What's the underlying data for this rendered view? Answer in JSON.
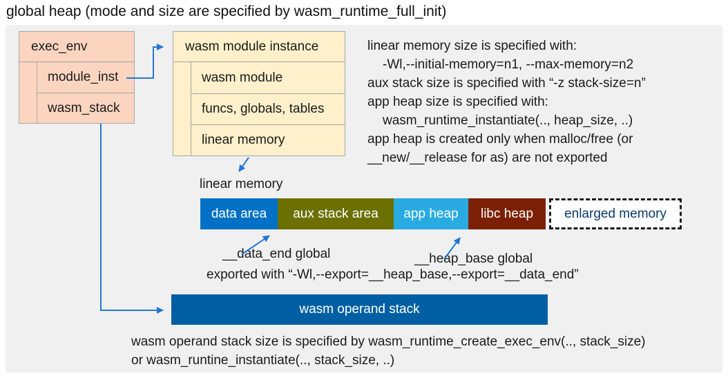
{
  "title": "global heap (mode and size are specified by wasm_runtime_full_init)",
  "exec_env_box": {
    "header": "exec_env",
    "rows": [
      {
        "label": "module_inst"
      },
      {
        "label": "wasm_stack"
      }
    ]
  },
  "module_instance_box": {
    "header": "wasm module instance",
    "rows": [
      {
        "label": "wasm module"
      },
      {
        "label": "funcs, globals, tables"
      },
      {
        "label": "linear memory"
      }
    ]
  },
  "notes_right": {
    "lines": [
      {
        "text": "linear memory size is specified with:"
      },
      {
        "text": "-Wl,--initial-memory=n1, --max-memory=n2"
      },
      {
        "text": "aux stack size is specified with “-z stack-size=n”"
      },
      {
        "text": "app heap size is specified with:"
      },
      {
        "text": "wasm_runtime_instantiate(.., heap_size, ..)"
      },
      {
        "text": "app heap is created only when malloc/free (or"
      },
      {
        "text": "__new/__release for as) are not exported"
      }
    ]
  },
  "linear_memory": {
    "label": "linear memory",
    "segments": [
      {
        "label": "data area",
        "color": "#0071c5",
        "text_color": "#ffffff"
      },
      {
        "label": "aux stack area",
        "color": "#6b7000",
        "text_color": "#ffffff"
      },
      {
        "label": "app heap",
        "color": "#29abe2",
        "text_color": "#ffffff"
      },
      {
        "label": "libc heap",
        "color": "#7c2005",
        "text_color": "#ffffff"
      },
      {
        "label": "enlarged memory",
        "color": "#ffffff",
        "text_color": "#0a3a6b"
      }
    ]
  },
  "annotations": {
    "data_end_label": "__data_end global",
    "heap_base_label": "__heap_base global",
    "export_line": "exported with “-Wl,--export=__heap_base,--export=__data_end”"
  },
  "operand_stack": {
    "label": "wasm operand stack"
  },
  "notes_bottom": {
    "lines": [
      {
        "text": "wasm operand stack size is specified by wasm_runtime_create_exec_env(.., stack_size)"
      },
      {
        "text": "or wasm_runtine_instantiate(.., stack_size, ..)"
      }
    ]
  },
  "colors": {
    "arrow": "#2277d4",
    "box_salmon": "#fbd5bf",
    "box_cream": "#fdf0ca",
    "operand_stack_blue": "#005fa3",
    "panel_gray": "#f0f0f0"
  }
}
